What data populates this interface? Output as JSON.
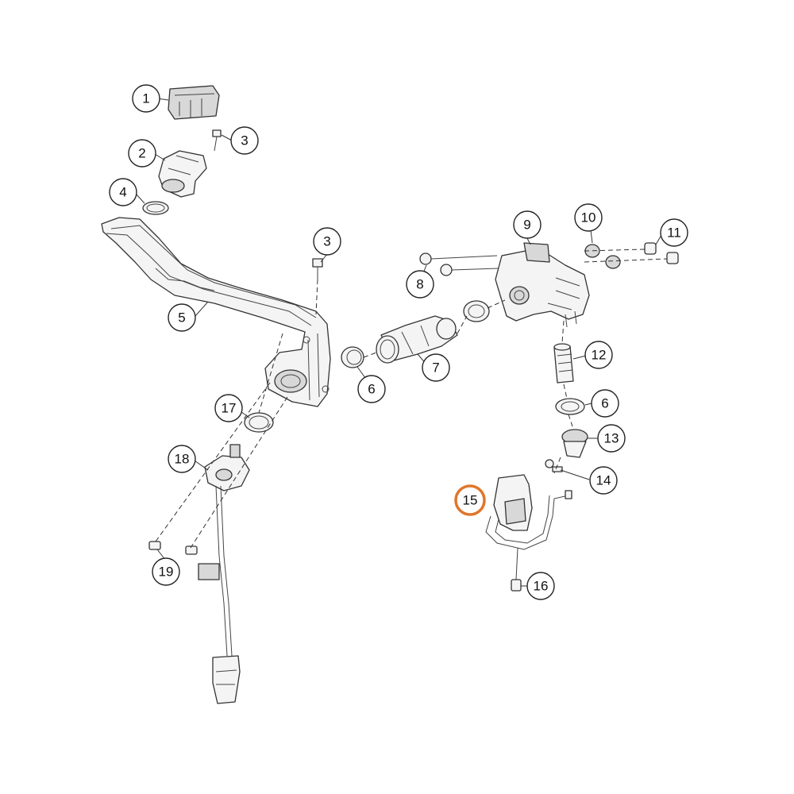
{
  "highlight_color": "#e0762b",
  "callouts": {
    "c1": "1",
    "c2": "2",
    "c3a": "3",
    "c4": "4",
    "c3b": "3",
    "c5": "5",
    "c9": "9",
    "c10": "10",
    "c11": "11",
    "c8": "8",
    "c7": "7",
    "c6a": "6",
    "c12": "12",
    "c6b": "6",
    "c17": "17",
    "c13": "13",
    "c18": "18",
    "c14": "14",
    "c15": "15",
    "c19": "19",
    "c16": "16"
  }
}
